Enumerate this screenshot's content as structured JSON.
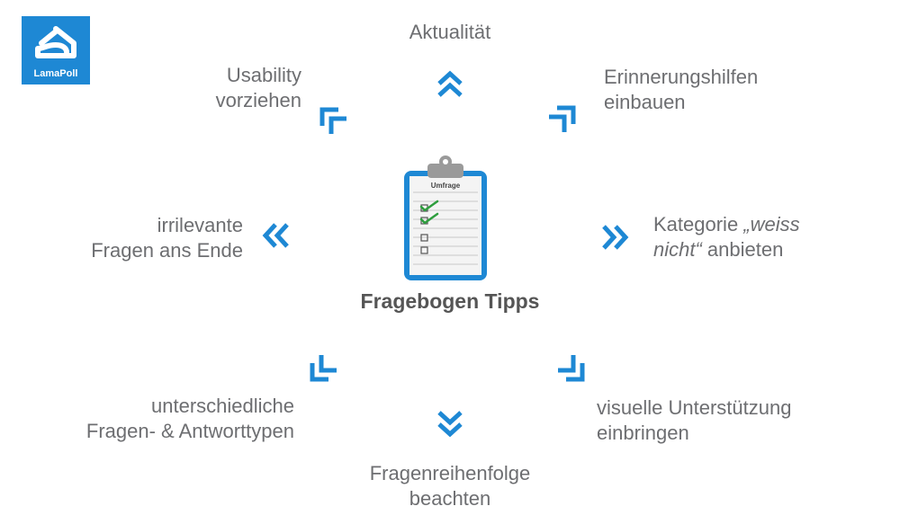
{
  "logo": {
    "name": "LamaPoll"
  },
  "center": {
    "title": "Fragebogen Tipps",
    "clipboard_label": "Umfrage"
  },
  "tips": {
    "top": "Aktualität",
    "top_left": [
      "Usability",
      "vorziehen"
    ],
    "top_right": [
      "Erinnerungshilfen",
      "einbauen"
    ],
    "left": [
      "irrilevante",
      "Fragen ans Ende"
    ],
    "right": {
      "line1_plain": "Kategorie ",
      "line1_italic": "„weiss",
      "line2_italic": "nicht“",
      "line2_plain": " anbieten"
    },
    "bottom_left": [
      "unterschiedliche",
      "Fragen- & Antworttypen"
    ],
    "bottom_right": [
      "visuelle Unterstützung",
      "einbringen"
    ],
    "bottom": [
      "Fragenreihenfolge",
      "beachten"
    ]
  },
  "colors": {
    "accent": "#1e88d4",
    "text": "#6d6e71",
    "check": "#2e9e3e"
  }
}
